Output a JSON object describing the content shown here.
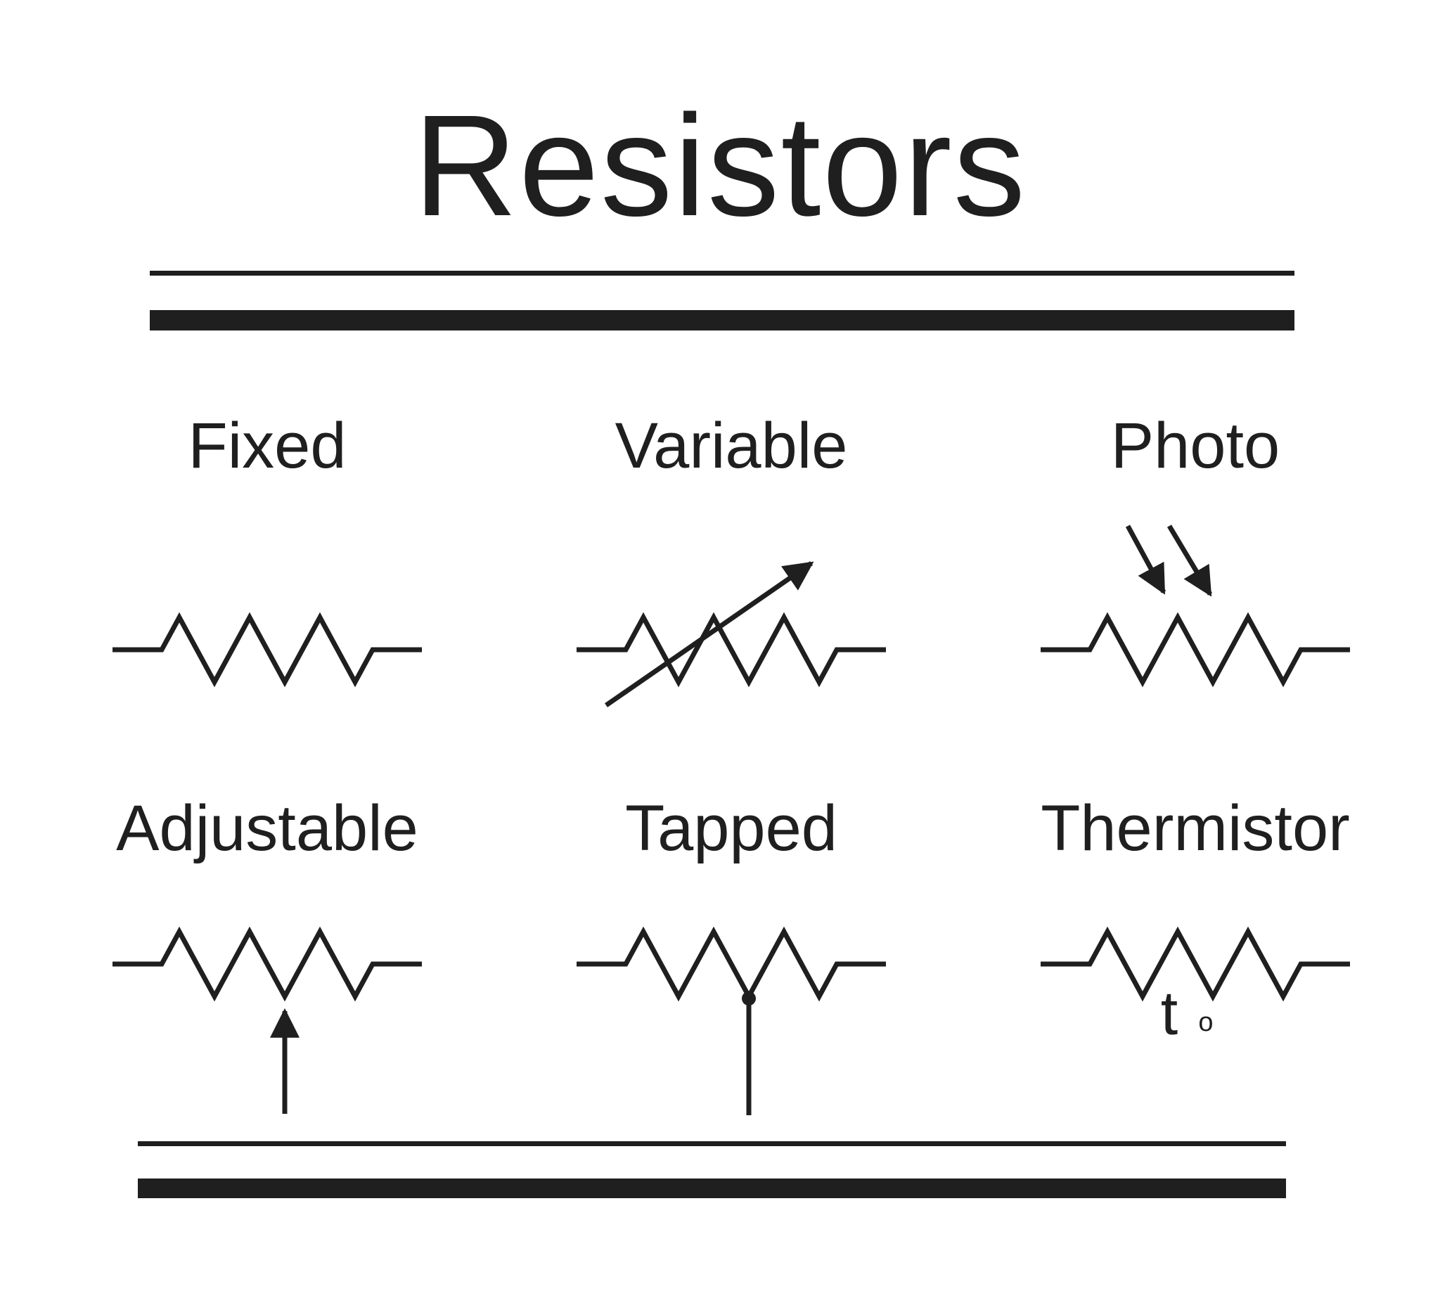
{
  "title": "Resistors",
  "colors": {
    "ink": "#1f1f1f",
    "background": "#ffffff"
  },
  "symbols": [
    {
      "id": "fixed",
      "label": "Fixed"
    },
    {
      "id": "variable",
      "label": "Variable"
    },
    {
      "id": "photo",
      "label": "Photo"
    },
    {
      "id": "adjustable",
      "label": "Adjustable"
    },
    {
      "id": "tapped",
      "label": "Tapped"
    },
    {
      "id": "thermistor",
      "label": "Thermistor",
      "annotation": {
        "symbol": "t",
        "sub": "o"
      }
    }
  ]
}
